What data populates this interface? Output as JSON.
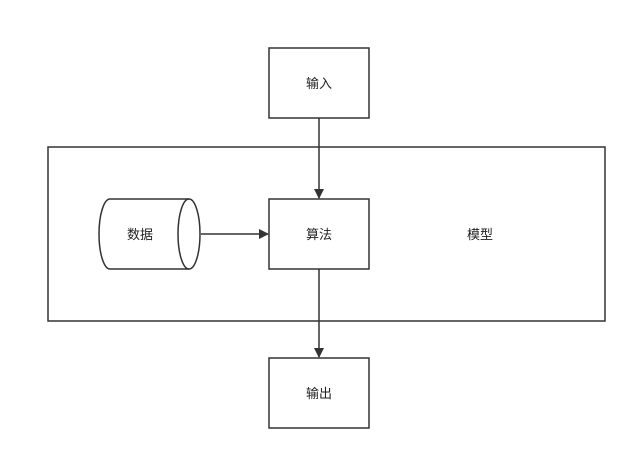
{
  "nodes": {
    "input": {
      "label": "输入"
    },
    "algorithm": {
      "label": "算法"
    },
    "data": {
      "label": "数据"
    },
    "model": {
      "label": "模型"
    },
    "output": {
      "label": "输出"
    }
  },
  "colors": {
    "stroke": "#333333",
    "text": "#222222",
    "background": "#ffffff"
  }
}
